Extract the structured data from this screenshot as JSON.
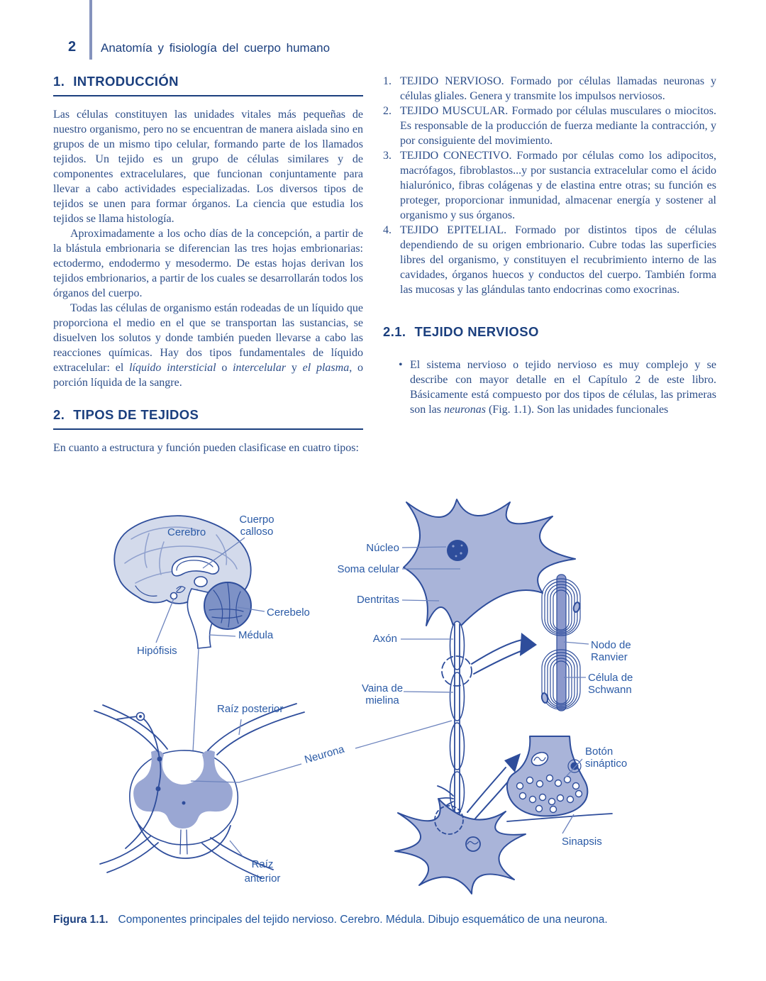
{
  "colors": {
    "heading": "#1b3f7e",
    "body_text": "#2c4d88",
    "label_text": "#2a5aa6",
    "caption_text": "#2357a0",
    "outline": "#2e4d9b",
    "leader": "#6c83bd",
    "brain_fill": "#d3daeb",
    "gyri": "#8fa0cd",
    "cerebellum_fill": "#7e92c6",
    "gray_matter": "#9aa7d3",
    "cell_fill": "#a9b4d9",
    "axon_bar": "#8c99cc",
    "header_bar": "#8593bd",
    "page_bg": "#ffffff"
  },
  "header": {
    "page_number": "2",
    "running_title": "Anatomía y fisiología del cuerpo humano"
  },
  "left_column": {
    "section1": {
      "num": "1.",
      "title": "INTRODUCCIÓN",
      "p1": "Las células constituyen las unidades vitales más pequeñas de nuestro organismo, pero no se encuentran de manera aislada sino en grupos de un mismo tipo celular, formando parte de los llamados tejidos. Un tejido es un grupo de células similares y de componentes extracelulares, que funcionan conjuntamente para llevar a cabo actividades especializadas. Los diversos tipos de tejidos se unen para formar órganos. La ciencia que estudia los tejidos se llama histología.",
      "p2": "Aproximadamente a los ocho días de la concepción, a partir de la blástula embrionaria se diferencian las tres hojas embrionarias: ectodermo, endodermo y mesodermo. De estas hojas derivan los tejidos embrionarios, a partir de los cuales se desarrollarán todos los órganos del cuerpo.",
      "p3": {
        "r1": "Todas las células de organismo están rodeadas de un líquido que proporciona el medio en el que se transportan las sustancias, se disuelven los solutos y donde también pueden llevarse a cabo las reacciones químicas. Hay dos tipos fundamentales de líquido extracelular: el ",
        "i1": "líquido intersticial",
        "r2": " o ",
        "i2": "intercelular",
        "r3": " y ",
        "i3": "el plasma",
        "r4": ", o porción líquida de la sangre."
      }
    },
    "section2": {
      "num": "2.",
      "title": "TIPOS DE TEJIDOS",
      "p1": "En cuanto a estructura y función pueden clasificase en cuatro tipos:"
    }
  },
  "right_column": {
    "tissues": [
      {
        "num": "1.",
        "title": "TEJIDO NERVIOSO.",
        "text": " Formado por células llamadas neuronas y células gliales. Genera y transmite los impulsos nerviosos."
      },
      {
        "num": "2.",
        "title": "TEJIDO MUSCULAR.",
        "text": " Formado por células musculares o miocitos. Es responsable de la producción de fuerza mediante la contracción, y por consiguiente del movimiento."
      },
      {
        "num": "3.",
        "title": "TEJIDO CONECTIVO.",
        "text": " Formado por células como los adipocitos, macrófagos, fibroblastos...y por sustancia extracelular como el ácido hialurónico, fibras colágenas y de elastina entre otras; su función es proteger, proporcionar inmunidad, almacenar energía y sostener al organismo y sus órganos."
      },
      {
        "num": "4.",
        "title": "TEJIDO EPITELIAL.",
        "text": " Formado por distintos tipos de células dependiendo de su origen embrionario. Cubre todas las superficies libres del organismo, y constituyen el recubrimiento interno de las cavidades, órganos huecos y conductos del cuerpo. También forma las mucosas y las glándulas tanto endocrinas como exocrinas."
      }
    ],
    "section21": {
      "num": "2.1.",
      "title": "TEJIDO NERVIOSO",
      "bullet_mark": "•",
      "b": {
        "r1": "El sistema nervioso o tejido nervioso es muy complejo y se describe con mayor detalle en el Capítulo 2 de este libro. Básicamente está compuesto por dos tipos de células, las primeras son las ",
        "i1": "neuronas",
        "r2": " (Fig. 1.1). Son las unidades funcionales"
      }
    }
  },
  "figure": {
    "labels": {
      "cerebro": "Cerebro",
      "cuerpo_calloso_1": "Cuerpo",
      "cuerpo_calloso_2": "calloso",
      "cerebelo": "Cerebelo",
      "medula": "Médula",
      "hipofisis": "Hipófisis",
      "raiz_posterior": "Raíz posterior",
      "neurona": "Neurona",
      "raiz_anterior_1": "Raíz",
      "raiz_anterior_2": "anterior",
      "nucleo": "Núcleo",
      "soma_celular": "Soma celular",
      "dentritas": "Dentritas",
      "axon": "Axón",
      "vaina_1": "Vaina de",
      "vaina_2": "mielina",
      "nodo_1": "Nodo de",
      "nodo_2": "Ranvier",
      "schwann_1": "Célula de",
      "schwann_2": "Schwann",
      "boton_1": "Botón",
      "boton_2": "sináptico",
      "sinapsis": "Sinapsis"
    },
    "caption": {
      "tag": "Figura 1.1.",
      "text": "Componentes principales del tejido nervioso. Cerebro. Médula. Dibujo esquemático de una neurona."
    }
  }
}
